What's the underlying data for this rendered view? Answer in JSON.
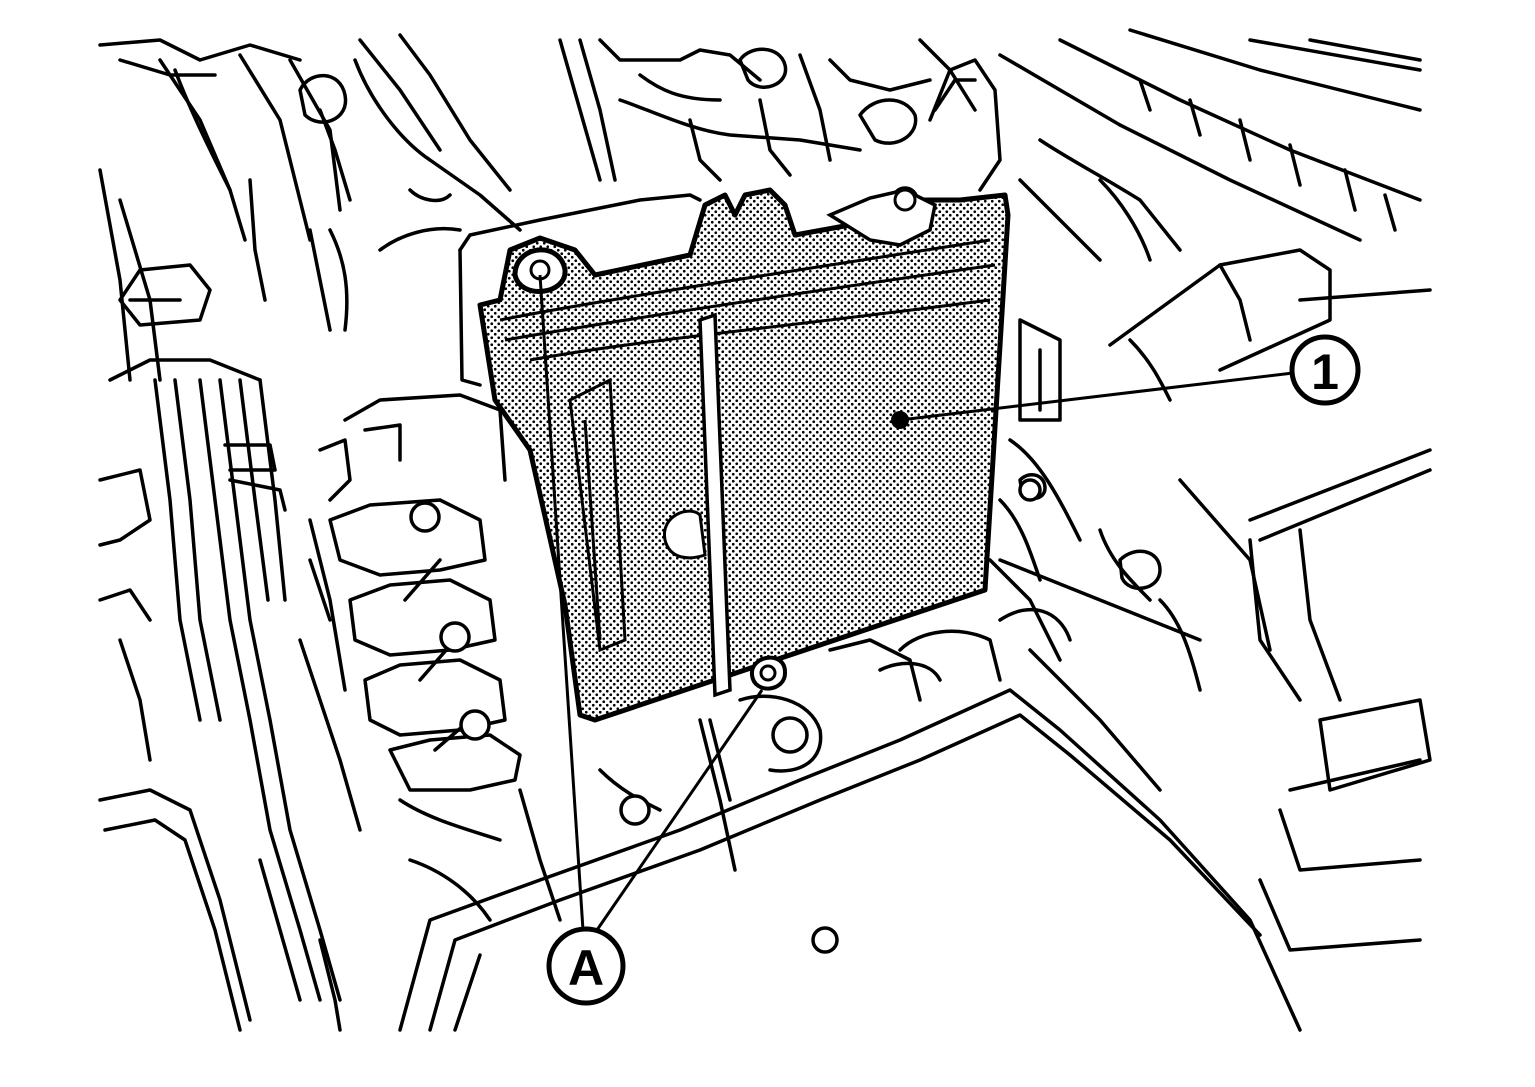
{
  "diagram": {
    "style": "black line-art technical illustration",
    "callouts": [
      {
        "id": "part-1",
        "label": "1"
      },
      {
        "id": "bolts-A",
        "label": "A"
      }
    ],
    "colors": {
      "line": "#000000",
      "background": "#ffffff",
      "stipple": "#000000"
    }
  }
}
